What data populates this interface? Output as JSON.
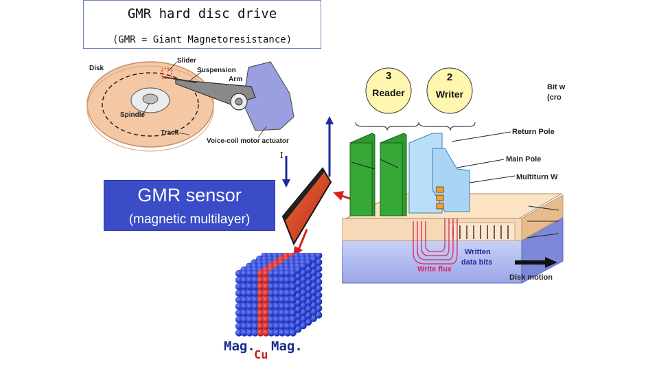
{
  "header": {
    "title": "GMR hard disc drive",
    "subtitle": "(GMR = Giant Magnetoresistance)"
  },
  "hdd": {
    "disk": "Disk",
    "slider": "Slider",
    "suspension": "Suspension",
    "arm": "Arm",
    "spindle": "Spindle",
    "track": "Track",
    "actuator": "Voice-coil motor actuator"
  },
  "sensor": {
    "title": "GMR sensor",
    "subtitle": "(magnetic multilayer)",
    "current_label": "I"
  },
  "multilayer": {
    "mag_left": "Mag.",
    "mag_right": "Mag.",
    "spacer": "Cu"
  },
  "head": {
    "reader_num": "3",
    "reader": "Reader",
    "writer_num": "2",
    "writer": "Writer",
    "bit_text_1": "Bit w",
    "bit_text_2": "(cro",
    "return_pole": "Return Pole",
    "main_pole": "Main Pole",
    "multiturn": "Multiturn W",
    "written_1": "Written",
    "written_2": "data bits",
    "write_flux": "Write flux",
    "disk_motion": "Disk motion"
  },
  "colors": {
    "sensor_bg": "#3a4cc7",
    "reader_green": "#2e9a2e",
    "writer_blue": "#a9d4f3",
    "bubble_yellow": "#fff6b0",
    "layer_blue": "#1a3bd6",
    "layer_red": "#d01818"
  }
}
